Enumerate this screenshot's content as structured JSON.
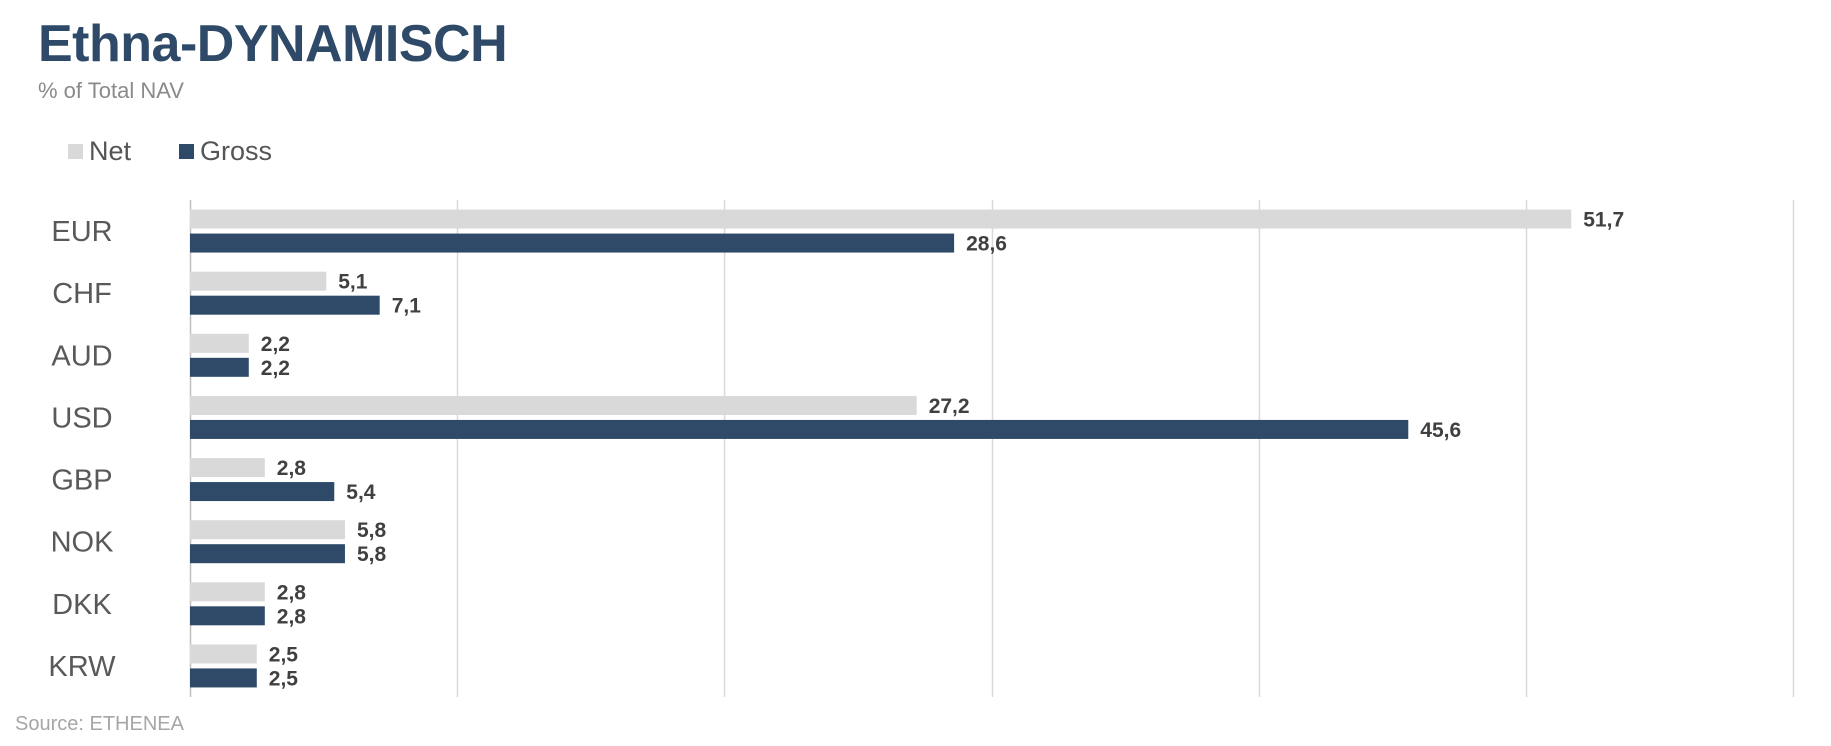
{
  "chart_data": {
    "type": "bar",
    "orientation": "horizontal",
    "title": "Ethna-DYNAMISCH",
    "subtitle": "% of Total NAV",
    "categories": [
      "EUR",
      "CHF",
      "AUD",
      "USD",
      "GBP",
      "NOK",
      "DKK",
      "KRW"
    ],
    "series": [
      {
        "name": "Net",
        "color": "#d9d9d9",
        "values": [
          51.7,
          5.1,
          2.2,
          27.2,
          2.8,
          5.8,
          2.8,
          2.5
        ],
        "labels": [
          "51,7",
          "5,1",
          "2,2",
          "27,2",
          "2,8",
          "5,8",
          "2,8",
          "2,5"
        ]
      },
      {
        "name": "Gross",
        "color": "#2e4a68",
        "values": [
          28.6,
          7.1,
          2.2,
          45.6,
          5.4,
          5.8,
          2.8,
          2.5
        ],
        "labels": [
          "28,6",
          "7,1",
          "2,2",
          "45,6",
          "5,4",
          "5,8",
          "2,8",
          "2,5"
        ]
      }
    ],
    "xlim": [
      0,
      60
    ],
    "grid": true,
    "legend_position": "top-left",
    "source": "Source: ETHENEA"
  }
}
